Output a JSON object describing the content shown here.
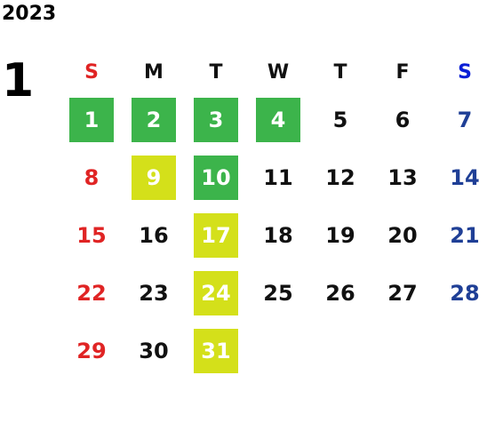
{
  "calendar": {
    "year": "2023",
    "month": "1",
    "weekdays": [
      "S",
      "M",
      "T",
      "W",
      "T",
      "F",
      "S"
    ],
    "colors": {
      "sunday": "#e02424",
      "saturday_header": "#0a1fd6",
      "saturday": "#1f3f96",
      "highlight_green": "#3cb44b",
      "highlight_yellow": "#d4e01a"
    },
    "weeks": [
      [
        {
          "day": "1",
          "highlight": "green"
        },
        {
          "day": "2",
          "highlight": "green"
        },
        {
          "day": "3",
          "highlight": "green"
        },
        {
          "day": "4",
          "highlight": "green"
        },
        {
          "day": "5",
          "highlight": "none"
        },
        {
          "day": "6",
          "highlight": "none"
        },
        {
          "day": "7",
          "highlight": "none"
        }
      ],
      [
        {
          "day": "8",
          "highlight": "none"
        },
        {
          "day": "9",
          "highlight": "yellow"
        },
        {
          "day": "10",
          "highlight": "green"
        },
        {
          "day": "11",
          "highlight": "none"
        },
        {
          "day": "12",
          "highlight": "none"
        },
        {
          "day": "13",
          "highlight": "none"
        },
        {
          "day": "14",
          "highlight": "none"
        }
      ],
      [
        {
          "day": "15",
          "highlight": "none"
        },
        {
          "day": "16",
          "highlight": "none"
        },
        {
          "day": "17",
          "highlight": "yellow"
        },
        {
          "day": "18",
          "highlight": "none"
        },
        {
          "day": "19",
          "highlight": "none"
        },
        {
          "day": "20",
          "highlight": "none"
        },
        {
          "day": "21",
          "highlight": "none"
        }
      ],
      [
        {
          "day": "22",
          "highlight": "none"
        },
        {
          "day": "23",
          "highlight": "none"
        },
        {
          "day": "24",
          "highlight": "yellow"
        },
        {
          "day": "25",
          "highlight": "none"
        },
        {
          "day": "26",
          "highlight": "none"
        },
        {
          "day": "27",
          "highlight": "none"
        },
        {
          "day": "28",
          "highlight": "none"
        }
      ],
      [
        {
          "day": "29",
          "highlight": "none"
        },
        {
          "day": "30",
          "highlight": "none"
        },
        {
          "day": "31",
          "highlight": "yellow"
        }
      ]
    ]
  }
}
